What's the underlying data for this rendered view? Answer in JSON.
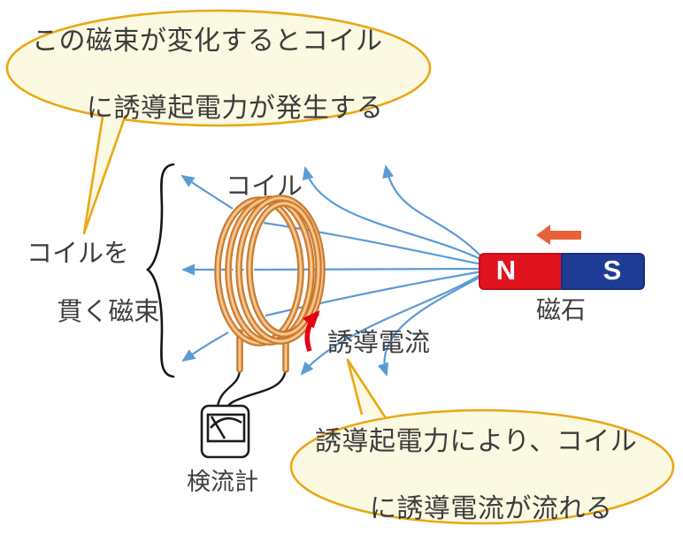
{
  "bubbles": {
    "top": {
      "line1": "この磁束が変化するとコイル",
      "line2": "に誘導起電力が発生する"
    },
    "bottom": {
      "line1": "誘導起電力により、コイル",
      "line2": "に誘導電流が流れる"
    }
  },
  "labels": {
    "coil": "コイル",
    "magnet": "磁石",
    "induced_current": "誘導電流",
    "galvanometer": "検流計",
    "flux_line1": "コイルを",
    "flux_line2": "貫く磁束",
    "pole_n": "N",
    "pole_s": "S"
  },
  "icons": {
    "magnet_motion_arrow": "left-arrow-icon",
    "induced_current_arrow": "curved-up-arrow-icon",
    "field_line_arrowheads": "arrowhead-icon"
  },
  "colors": {
    "bubble_border": "#EAA714",
    "bubble_fill": "#FBF9E2",
    "field_line_blue": "#5B9BD5",
    "coil_copper_dark": "#C4752B",
    "coil_copper_mid": "#EA9F55",
    "coil_copper_light": "#F7D5A8",
    "magnet_red": "#E0131E",
    "magnet_blue": "#1E3C96",
    "motion_arrow_orange": "#E8613A",
    "induced_current_red": "#E60013",
    "wire_black": "#1a1a1a",
    "text_gray": "#3e3e3e"
  }
}
